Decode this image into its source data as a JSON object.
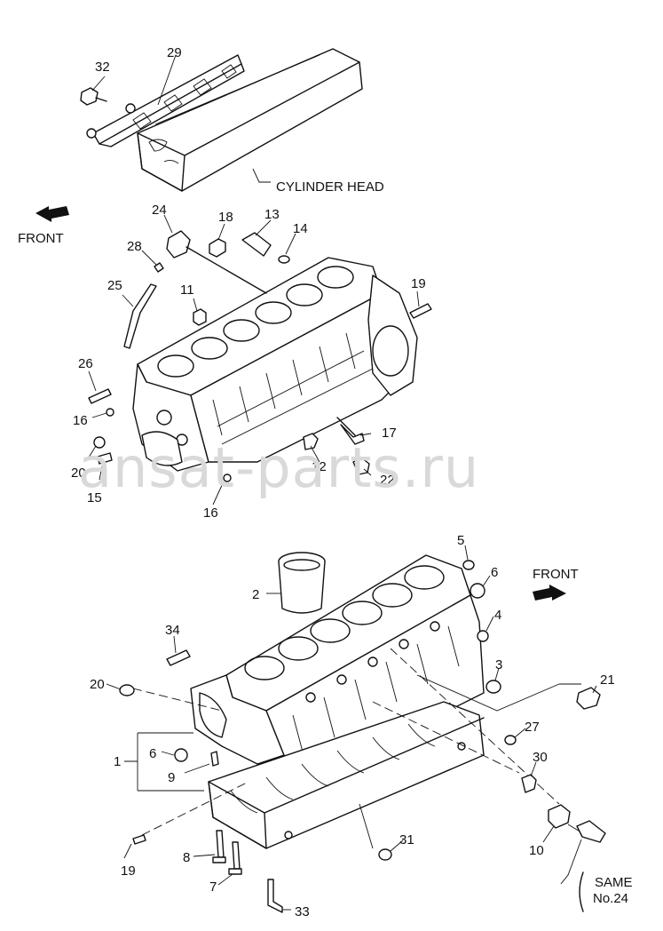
{
  "labels": {
    "cylinder_head": "CYLINDER HEAD",
    "front_top": "FRONT",
    "front_bottom": "FRONT",
    "same_line1": "SAME",
    "same_line2": "No.24"
  },
  "watermark": "ansat-parts.ru",
  "part_numbers_top": [
    "32",
    "29",
    "24",
    "18",
    "13",
    "14",
    "28",
    "25",
    "11",
    "19",
    "26",
    "16",
    "20",
    "15",
    "16",
    "17",
    "12",
    "22"
  ],
  "part_numbers_bottom": [
    "5",
    "6",
    "2",
    "4",
    "3",
    "34",
    "20",
    "21",
    "27",
    "1",
    "6",
    "9",
    "30",
    "19",
    "8",
    "31",
    "10",
    "7",
    "33"
  ]
}
